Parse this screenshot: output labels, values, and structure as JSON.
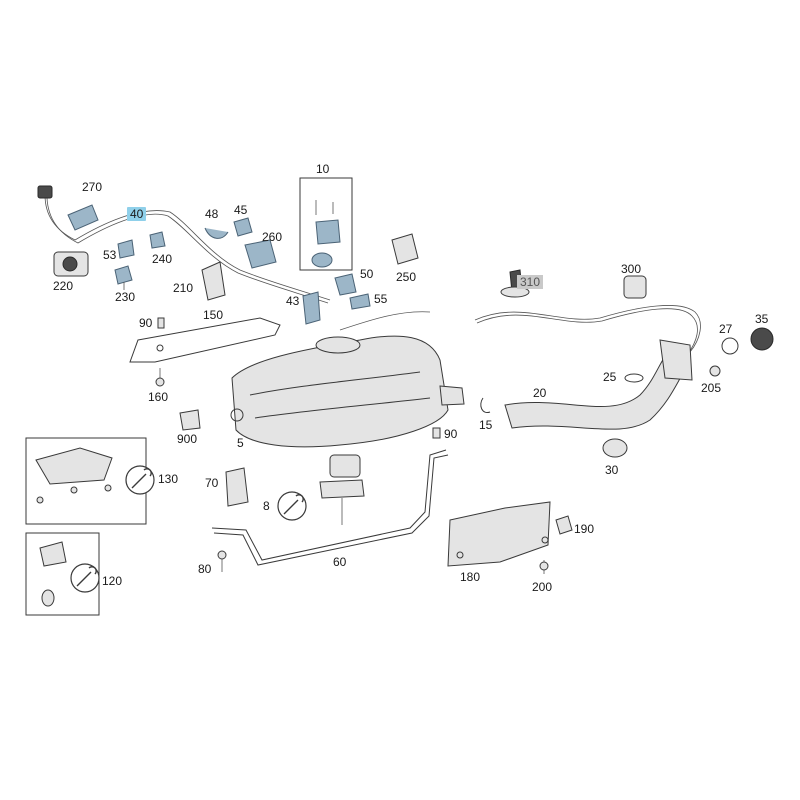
{
  "callouts": {
    "c270": "270",
    "c40": "40",
    "c48": "48",
    "c45": "45",
    "c10": "10",
    "c260": "260",
    "c53": "53",
    "c240": "240",
    "c220": "220",
    "c230": "230",
    "c210": "210",
    "c50": "50",
    "c55": "55",
    "c43": "43",
    "c250": "250",
    "c310": "310",
    "c300": "300",
    "c35": "35",
    "c27": "27",
    "c90a": "90",
    "c150": "150",
    "c160": "160",
    "c900": "900",
    "c5": "5",
    "c90b": "90",
    "c15": "15",
    "c20": "20",
    "c25": "25",
    "c205": "205",
    "c30": "30",
    "c130": "130",
    "c70": "70",
    "c8": "8",
    "c190": "190",
    "c120": "120",
    "c80": "80",
    "c60": "60",
    "c180": "180",
    "c200": "200"
  },
  "selected": {
    "blue": "40",
    "grey": "310"
  },
  "colors": {
    "highlight_blue": "#8fd0ea",
    "highlight_grey": "#c9c9c9",
    "part_blue": "#9cb6c8"
  },
  "icons": {
    "service": "wrench-icon"
  }
}
